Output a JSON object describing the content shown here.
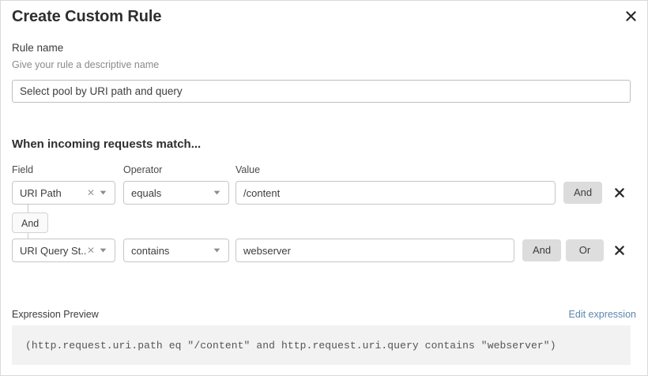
{
  "dialog": {
    "title": "Create Custom Rule",
    "close_icon": "close-icon"
  },
  "rule_name": {
    "label": "Rule name",
    "help": "Give your rule a descriptive name",
    "value": "Select pool by URI path and query",
    "placeholder": "Rule name"
  },
  "match": {
    "heading": "When incoming requests match...",
    "columns": {
      "field": "Field",
      "operator": "Operator",
      "value": "Value"
    },
    "connector": {
      "label": "And"
    },
    "rows": [
      {
        "field": "URI Path",
        "operator": "equals",
        "value": "/content",
        "value_placeholder": "Enter value",
        "clear_icon": "clear-x-icon",
        "caret_icon": "chevron-down-icon",
        "logic": [
          "And"
        ],
        "remove_icon": "close-icon"
      },
      {
        "field": "URI Query St...",
        "operator": "contains",
        "value": "webserver",
        "value_placeholder": "Enter value",
        "clear_icon": "clear-x-icon",
        "caret_icon": "chevron-down-icon",
        "logic": [
          "And",
          "Or"
        ],
        "remove_icon": "close-icon"
      }
    ]
  },
  "expression": {
    "label": "Expression Preview",
    "edit_link": "Edit expression",
    "code": "(http.request.uri.path eq \"/content\" and http.request.uri.query contains \"webserver\")"
  },
  "colors": {
    "link": "#5b87ad",
    "logic_button_bg": "#dcdcdc",
    "code_bg": "#f2f2f2",
    "border": "#c6c6c6"
  }
}
